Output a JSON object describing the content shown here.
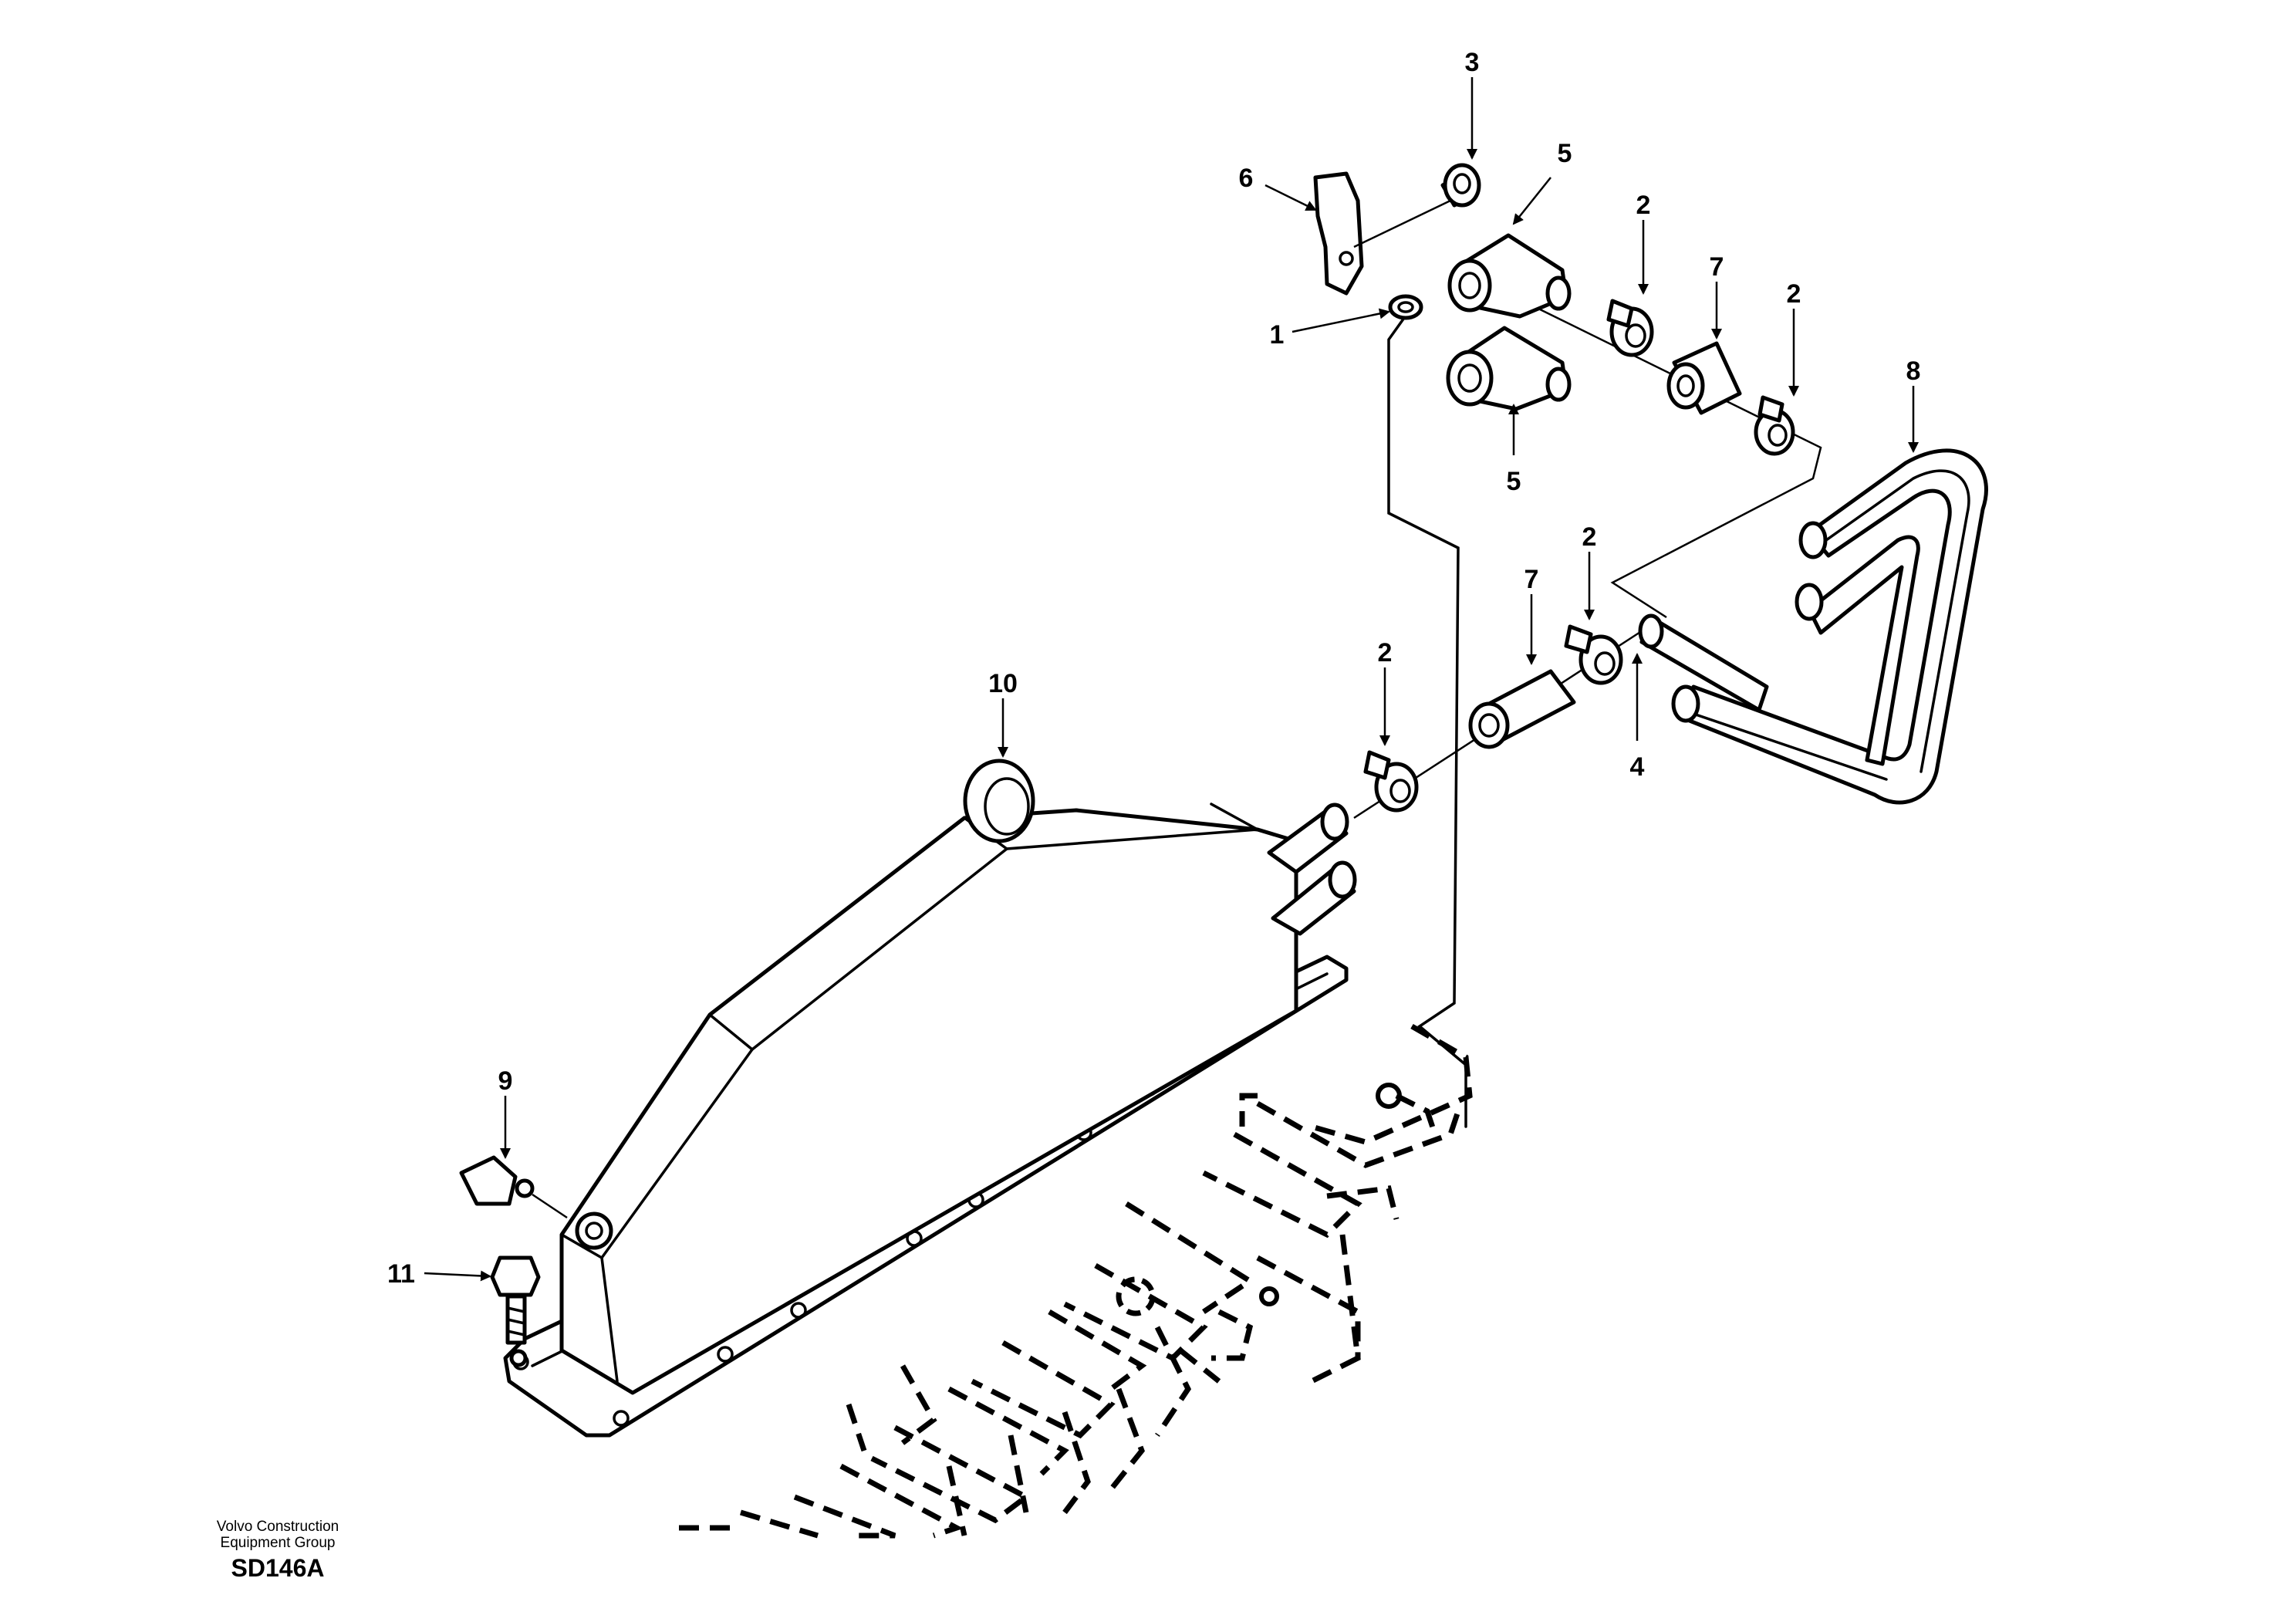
{
  "figure": {
    "brand_line1": "Volvo Construction",
    "brand_line2": "Equipment Group",
    "figure_code": "SD146A"
  },
  "callouts": {
    "c1": "1",
    "c2a": "2",
    "c2b": "2",
    "c2c": "2",
    "c2d": "2",
    "c3": "3",
    "c4": "4",
    "c5a": "5",
    "c5b": "5",
    "c6": "6",
    "c7a": "7",
    "c7b": "7",
    "c8": "8",
    "c9": "9",
    "c10": "10",
    "c11": "11"
  }
}
